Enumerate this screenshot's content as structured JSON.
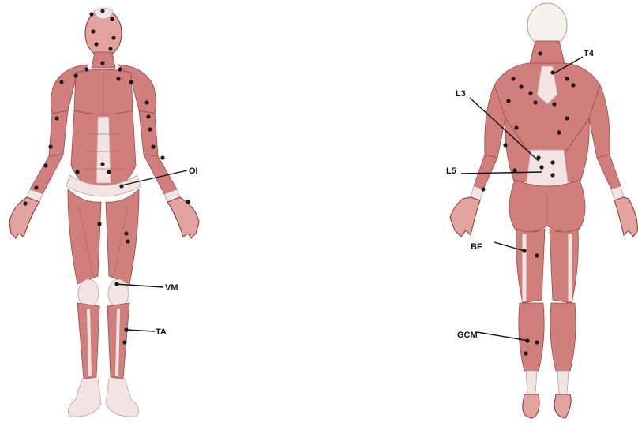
{
  "labels": {
    "oi": "OI",
    "vm": "VM",
    "ta": "TA",
    "t4": "T4",
    "l3": "L3",
    "l5": "L5",
    "bf": "BF",
    "gcm": "GCM"
  },
  "colors": {
    "muscle": "#d17f7c",
    "skin": "#e3a39f",
    "tendon": "#f1e4e2",
    "trigger_point": "#1a1a1a"
  }
}
